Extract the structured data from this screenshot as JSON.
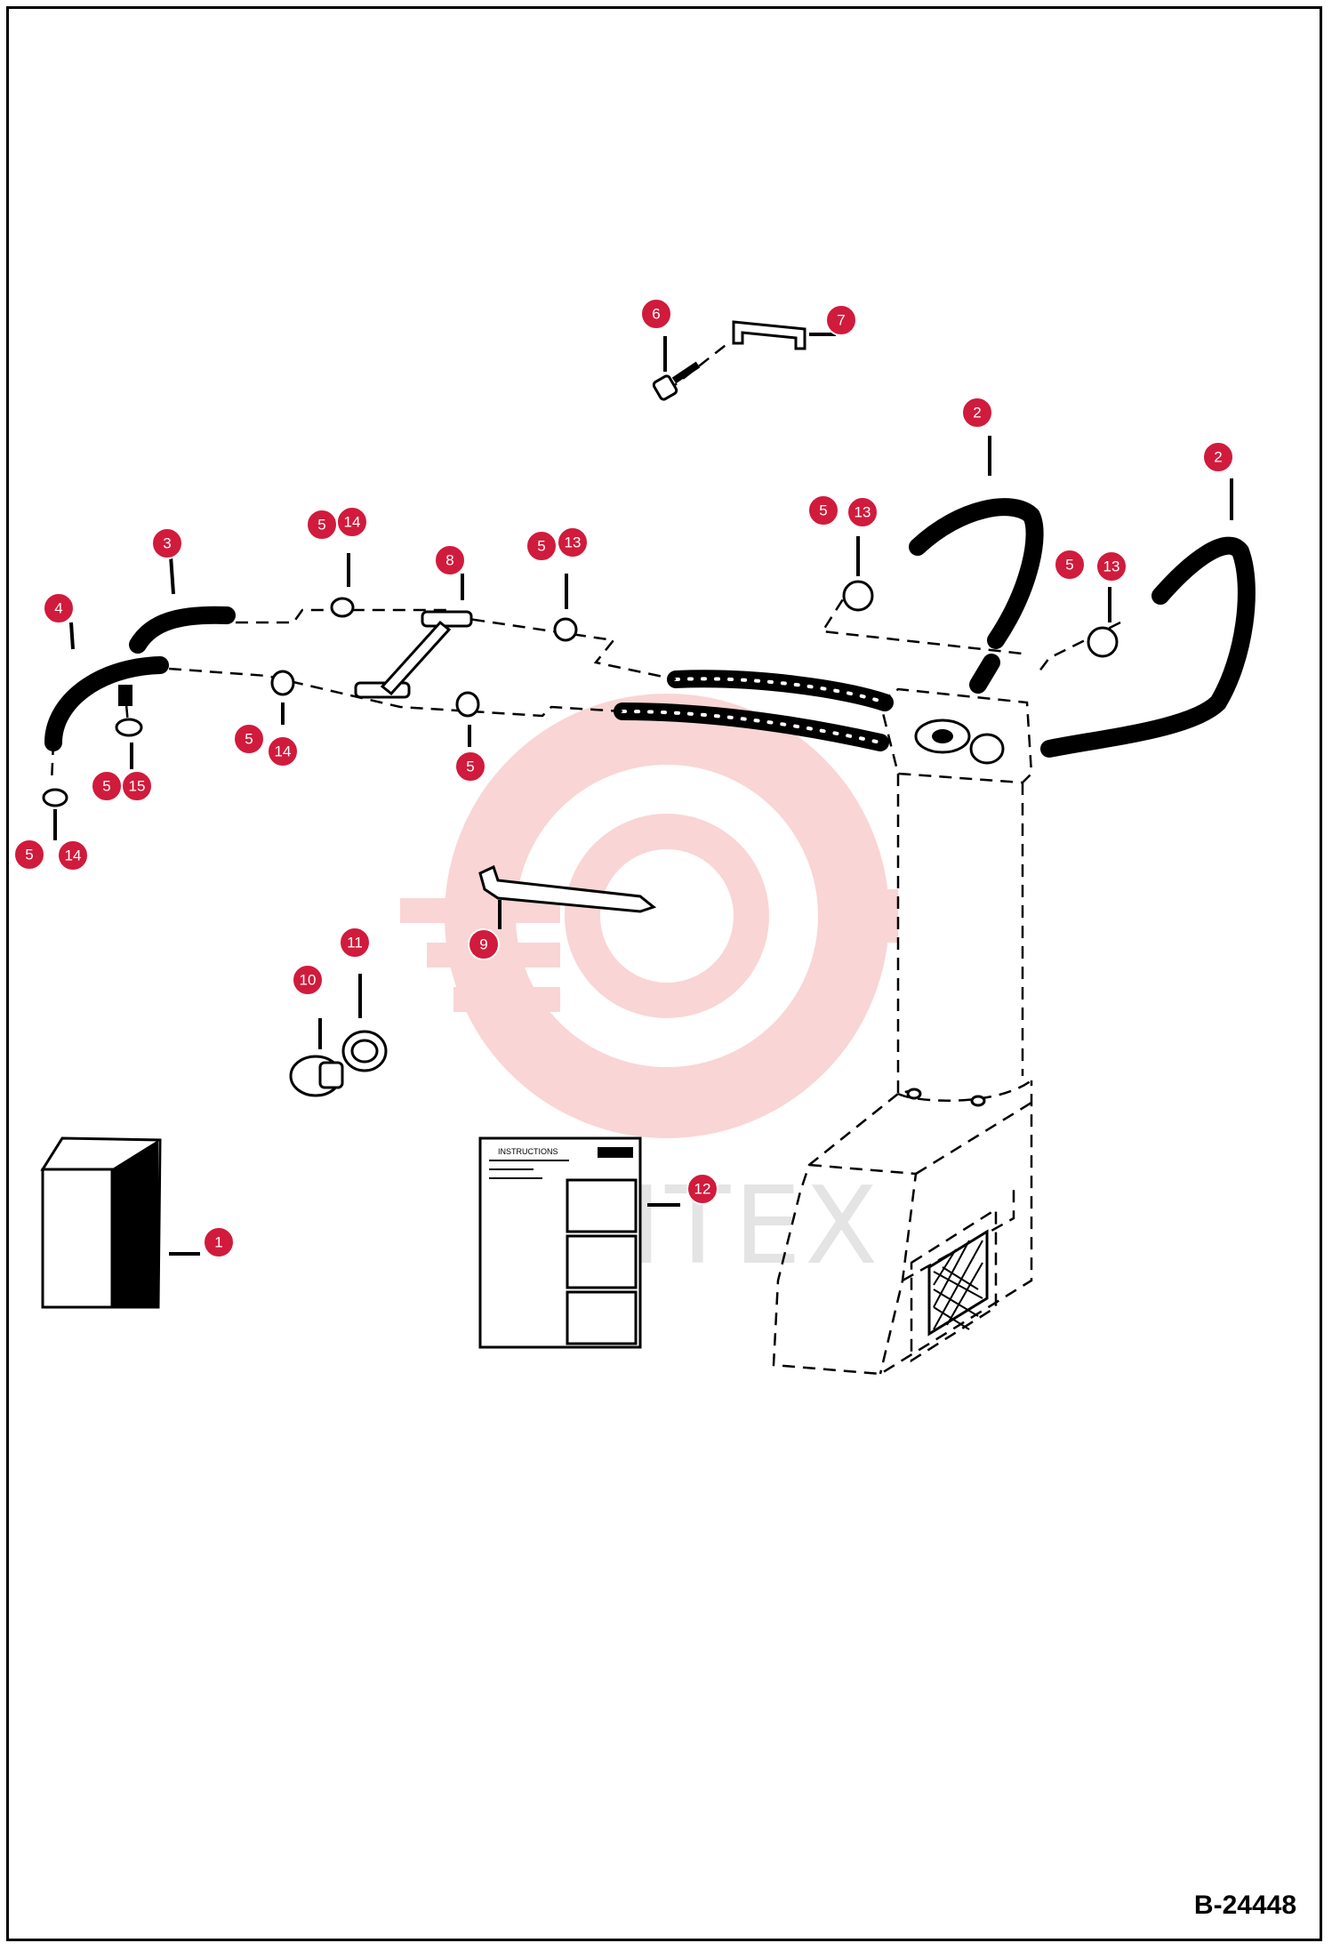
{
  "reference_code": "B-24448",
  "watermark": {
    "text": "ИНТЕХ",
    "color": "#f08a8a"
  },
  "callout_color": "#d01b3c",
  "callouts": [
    {
      "id": "c6",
      "label": "6"
    },
    {
      "id": "c7",
      "label": "7"
    },
    {
      "id": "c2a",
      "label": "2"
    },
    {
      "id": "c2b",
      "label": "2"
    },
    {
      "id": "c3",
      "label": "3"
    },
    {
      "id": "c4",
      "label": "4"
    },
    {
      "id": "c8",
      "label": "8"
    },
    {
      "id": "c5a",
      "label": "5"
    },
    {
      "id": "c14a",
      "label": "14"
    },
    {
      "id": "c5b",
      "label": "5"
    },
    {
      "id": "c13a",
      "label": "13"
    },
    {
      "id": "c5c",
      "label": "5"
    },
    {
      "id": "c13b",
      "label": "13"
    },
    {
      "id": "c5d",
      "label": "5"
    },
    {
      "id": "c13c",
      "label": "13"
    },
    {
      "id": "c5e",
      "label": "5"
    },
    {
      "id": "c14b",
      "label": "14"
    },
    {
      "id": "c5f",
      "label": "5"
    },
    {
      "id": "c5g",
      "label": "5"
    },
    {
      "id": "c15",
      "label": "15"
    },
    {
      "id": "c5h",
      "label": "5"
    },
    {
      "id": "c14c",
      "label": "14"
    },
    {
      "id": "c9",
      "label": "9"
    },
    {
      "id": "c10",
      "label": "10"
    },
    {
      "id": "c11",
      "label": "11"
    },
    {
      "id": "c1",
      "label": "1"
    },
    {
      "id": "c12",
      "label": "12"
    }
  ],
  "instructions_sheet": {
    "heading": "INSTRUCTIONS"
  }
}
